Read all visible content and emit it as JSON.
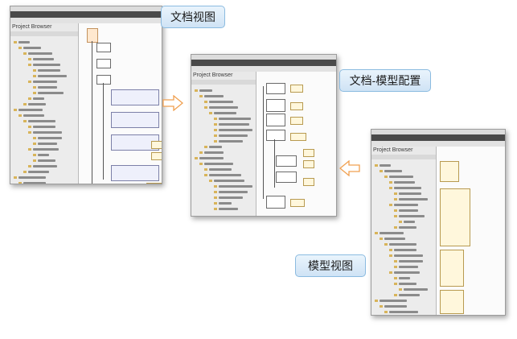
{
  "callouts": {
    "document_view": "文档视图",
    "document_model_config": "文档-模型配置",
    "model_view": "模型视图"
  },
  "window": {
    "panel_title": "Project Browser"
  }
}
